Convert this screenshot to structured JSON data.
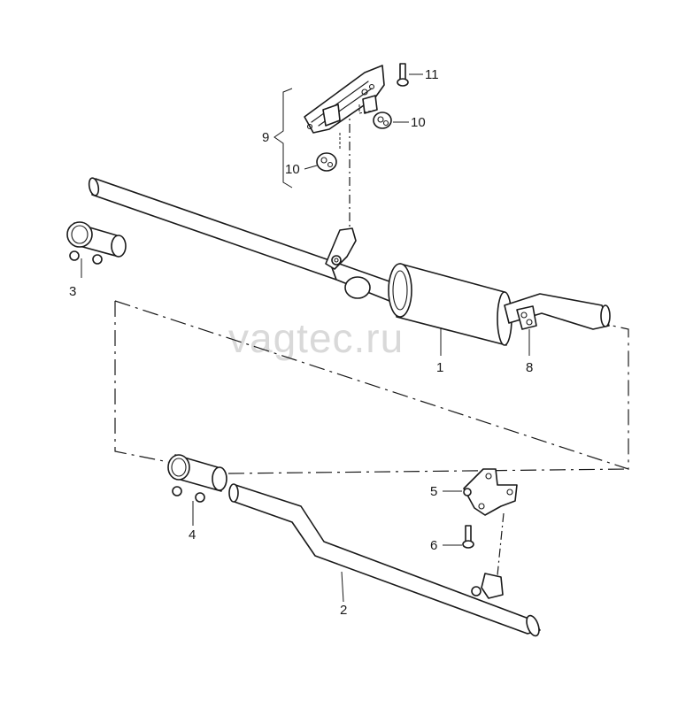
{
  "watermark": "vagtec.ru",
  "callouts": {
    "c1": "1",
    "c2": "2",
    "c3": "3",
    "c4": "4",
    "c5": "5",
    "c6": "6",
    "c8": "8",
    "c9": "9",
    "c10a": "10",
    "c10b": "10",
    "c11": "11"
  }
}
